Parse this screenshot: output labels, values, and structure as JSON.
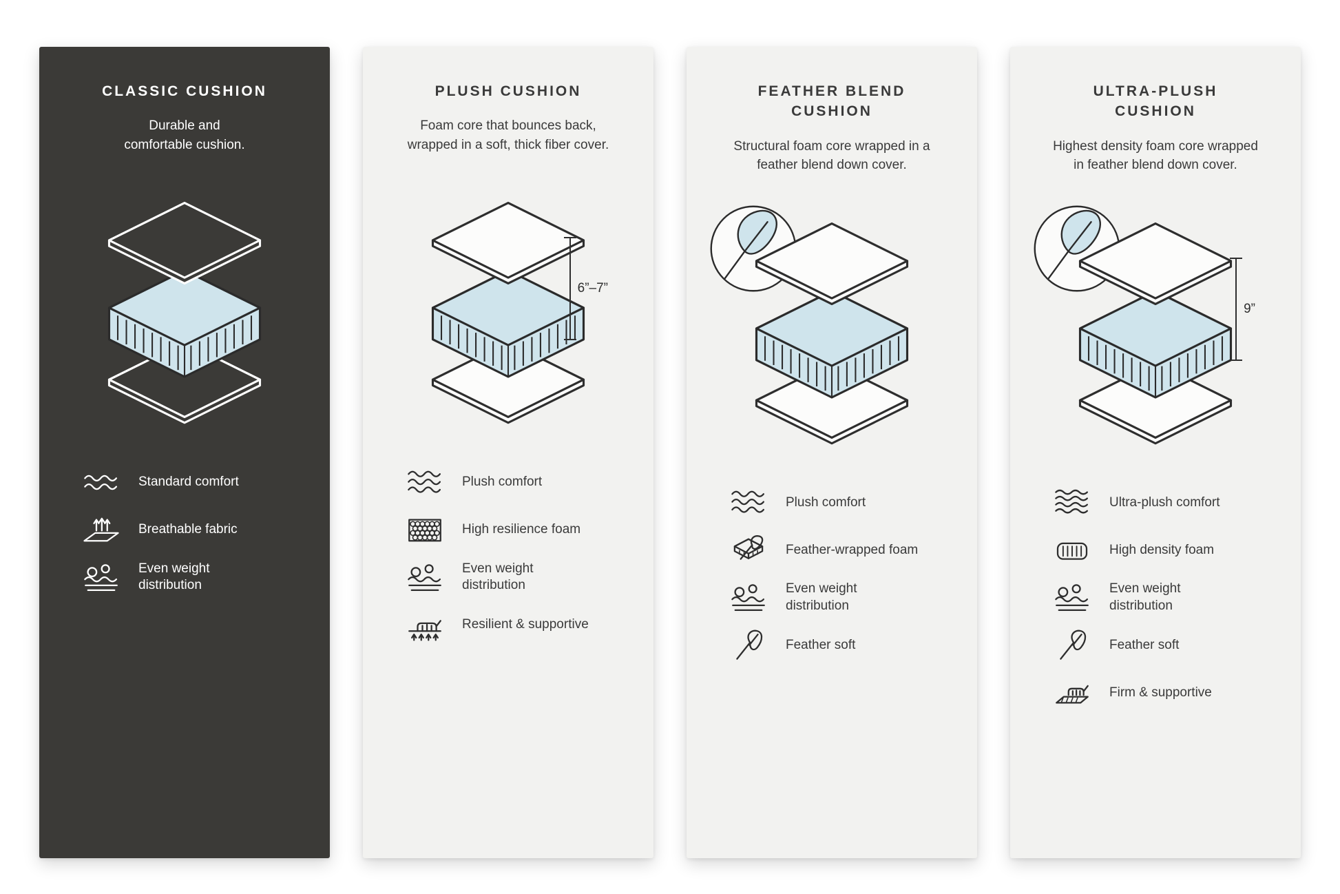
{
  "colors": {
    "page_background": "#ffffff",
    "dark_panel_bg": "#3b3a37",
    "light_panel_bg": "#f2f2f0",
    "foam_blue": "#cfe4ec",
    "outline_dark": "#2b2b2b",
    "text_dark": "#3a3a3a",
    "text_light": "#ffffff"
  },
  "panels": [
    {
      "id": "classic",
      "theme": "dark",
      "title": "CLASSIC CUSHION",
      "description": "Durable and comfortable cushion.",
      "diagram": {
        "feather_badge": false,
        "measurement": null
      },
      "features": [
        {
          "icon": "waves-2-icon",
          "label": "Standard comfort"
        },
        {
          "icon": "breathable-icon",
          "label": "Breathable fabric"
        },
        {
          "icon": "weight-distribution-icon",
          "label": "Even weight distribution"
        }
      ]
    },
    {
      "id": "plush",
      "theme": "light",
      "title": "PLUSH CUSHION",
      "description": "Foam core that bounces back, wrapped in a soft, thick fiber cover.",
      "diagram": {
        "feather_badge": false,
        "measurement": "6”–7”"
      },
      "features": [
        {
          "icon": "waves-3-icon",
          "label": "Plush comfort"
        },
        {
          "icon": "honeycomb-foam-icon",
          "label": "High resilience foam"
        },
        {
          "icon": "weight-distribution-icon",
          "label": "Even weight distribution"
        },
        {
          "icon": "hand-press-arrows-icon",
          "label": "Resilient & supportive"
        }
      ]
    },
    {
      "id": "feather-blend",
      "theme": "light",
      "title": "FEATHER BLEND CUSHION",
      "description": "Structural foam core wrapped in a feather blend down cover.",
      "diagram": {
        "feather_badge": true,
        "measurement": null
      },
      "features": [
        {
          "icon": "waves-3-icon",
          "label": "Plush comfort"
        },
        {
          "icon": "feather-wrapped-foam-icon",
          "label": "Feather-wrapped foam"
        },
        {
          "icon": "weight-distribution-icon",
          "label": "Even weight distribution"
        },
        {
          "icon": "feather-icon",
          "label": "Feather soft"
        }
      ]
    },
    {
      "id": "ultra-plush",
      "theme": "light",
      "title": "ULTRA-PLUSH CUSHION",
      "description": "Highest density foam core wrapped in feather blend down cover.",
      "diagram": {
        "feather_badge": true,
        "measurement": "9”"
      },
      "features": [
        {
          "icon": "waves-4-icon",
          "label": "Ultra-plush comfort"
        },
        {
          "icon": "high-density-foam-icon",
          "label": "High density foam"
        },
        {
          "icon": "weight-distribution-icon",
          "label": "Even weight distribution"
        },
        {
          "icon": "feather-icon",
          "label": "Feather soft"
        },
        {
          "icon": "hand-press-block-icon",
          "label": "Firm & supportive"
        }
      ]
    }
  ]
}
